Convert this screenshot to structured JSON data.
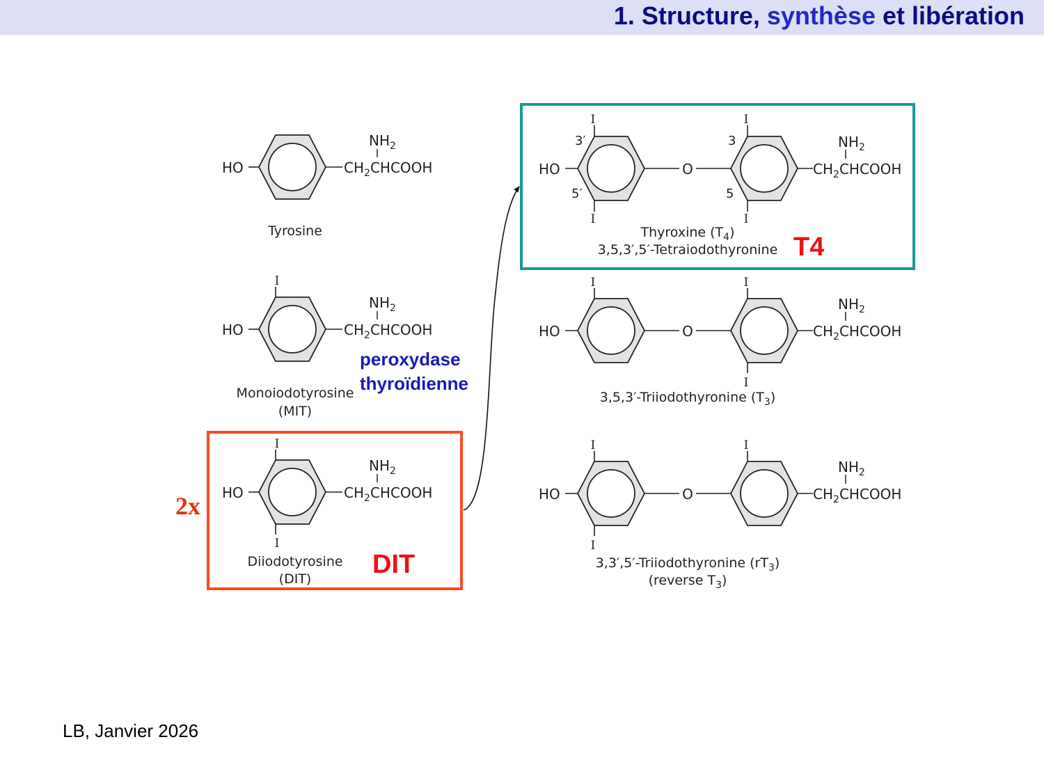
{
  "header": {
    "title_part1": "1. Structure, ",
    "title_part2": "synthèse",
    "title_part3": " et libération"
  },
  "groups": {
    "ho": "HO",
    "nh2": "NH",
    "side_chain_a": "CH",
    "side_chain_b": "CHCOOH",
    "sub2": "2",
    "iodine": "I",
    "ether_o": "O"
  },
  "molecules": {
    "tyrosine": {
      "name": "Tyrosine"
    },
    "mit": {
      "name": "Monoiodotyrosine",
      "abbr": "(MIT)"
    },
    "dit": {
      "name": "Diiodotyrosine",
      "abbr": "(DIT)"
    },
    "t4": {
      "name_a": "Thyroxine (T",
      "name_sub": "4",
      "name_b": ")",
      "iupac": "3,5,3′,5′-Tetraiodothyronine",
      "pos_3p": "3′",
      "pos_5p": "5′",
      "pos_3": "3",
      "pos_5": "5"
    },
    "t3": {
      "name_a": "3,5,3′-Triiodothyronine (T",
      "name_sub": "3",
      "name_b": ")"
    },
    "rt3": {
      "name_a": "3,3′,5′-Triiodothyronine (rT",
      "name_sub": "3",
      "name_b": ")",
      "alt_a": "(reverse T",
      "alt_sub": "3",
      "alt_b": ")"
    }
  },
  "annotations": {
    "enzyme_line1": "peroxydase",
    "enzyme_line2": "thyroïdienne",
    "multiplier": "2x",
    "dit_tag": "DIT",
    "t4_tag": "T4"
  },
  "colors": {
    "header_bg": "#dcdff5",
    "title": "#0c0c82",
    "title_accent": "#2328c8",
    "dit_box": "#ff4a1a",
    "t4_box": "#199a96",
    "tag_red": "#ee1111",
    "enzyme_blue": "#1a1ab4",
    "ring_fill": "#e3e3e3"
  },
  "footer": {
    "text": "LB, Janvier 2026"
  }
}
